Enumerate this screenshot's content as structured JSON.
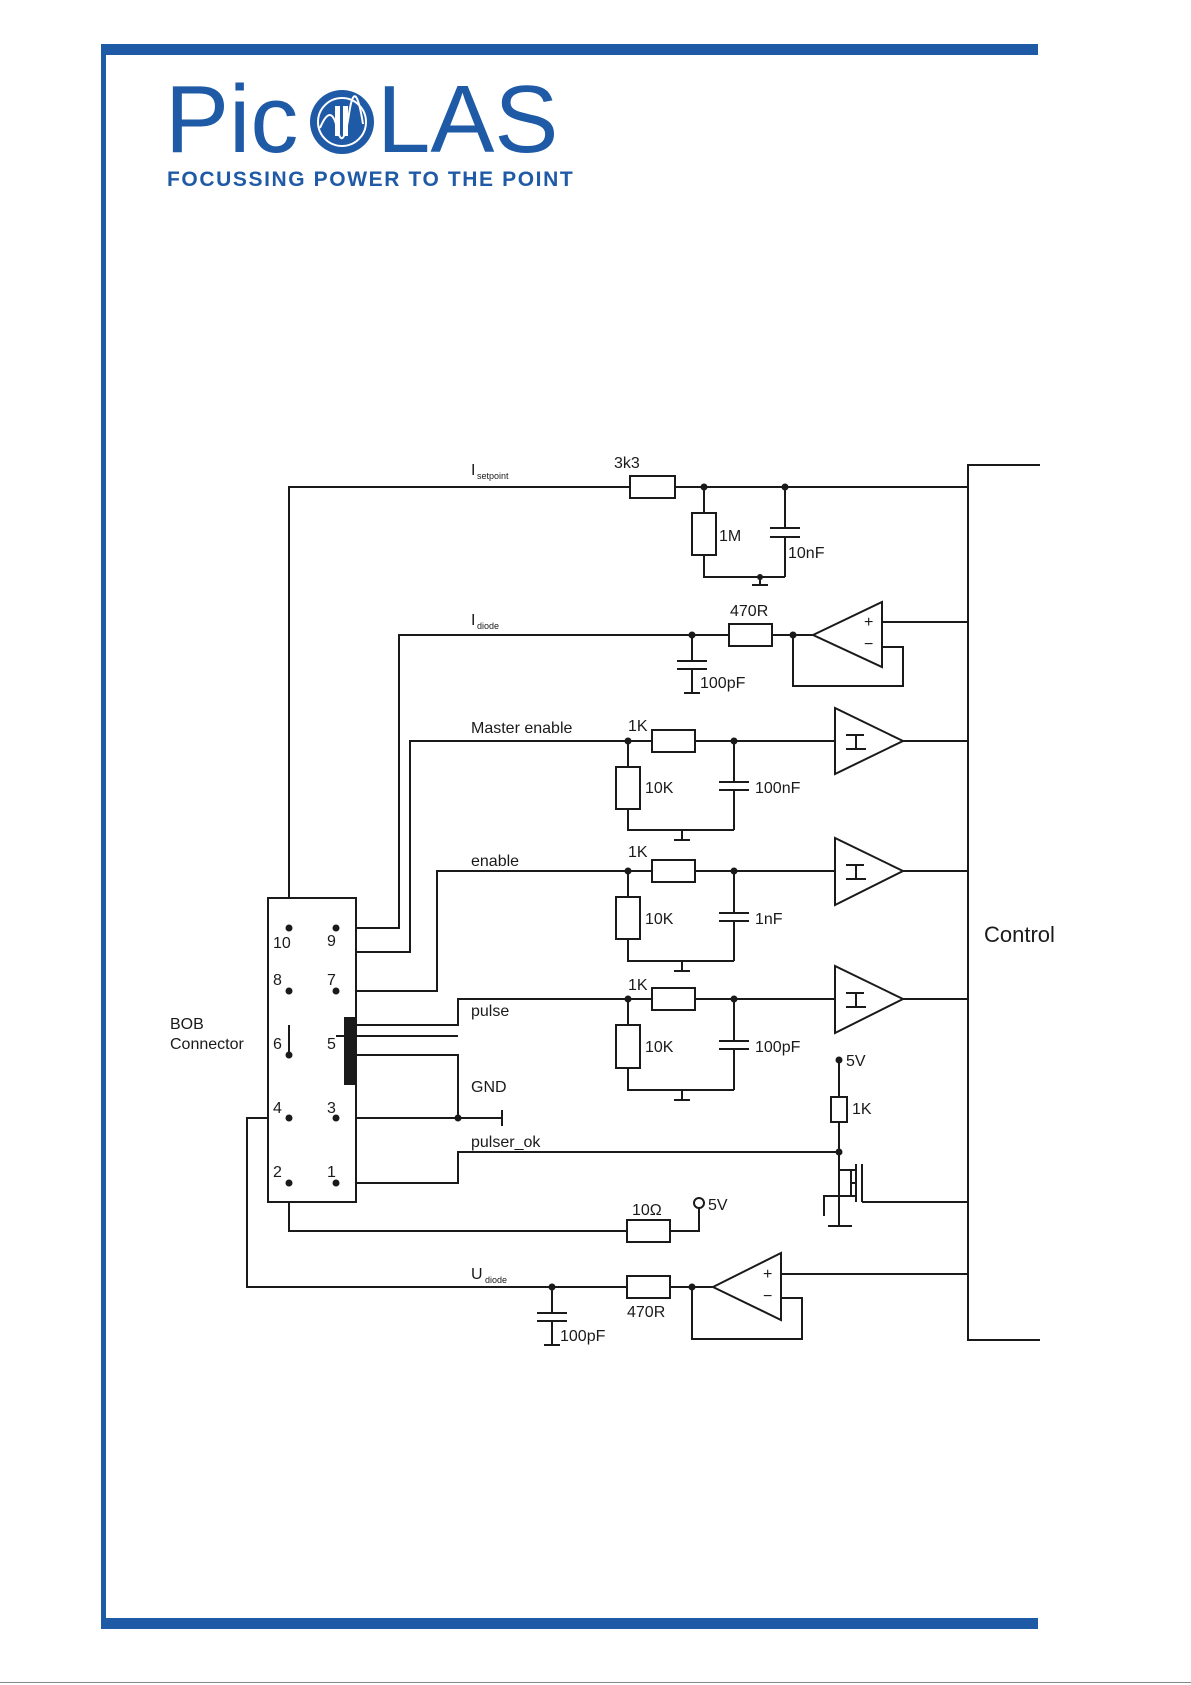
{
  "logo": {
    "name_part1": "Pic",
    "name_part2": "LAS",
    "tagline": "FOCUSSING POWER TO THE POINT",
    "brand_color": "#1f5aa6"
  },
  "diagram": {
    "signals": {
      "isetpoint_main": "I",
      "isetpoint_sub": "setpoint",
      "idiode_main": "I",
      "idiode_sub": "diode",
      "master_enable": "Master enable",
      "enable": "enable",
      "pulse": "pulse",
      "gnd": "GND",
      "pulser_ok": "pulser_ok",
      "udiode_main": "U",
      "udiode_sub": "diode"
    },
    "components": {
      "r_3k3": "3k3",
      "r_1m": "1M",
      "c_10nf": "10nF",
      "r_470r_top": "470R",
      "c_100pf_top": "100pF",
      "r_1k_me": "1K",
      "r_10k_me": "10K",
      "c_100nf": "100nF",
      "r_1k_en": "1K",
      "r_10k_en": "10K",
      "c_1nf": "1nF",
      "r_1k_pu": "1K",
      "r_10k_pu": "10K",
      "c_100pf_pu": "100pF",
      "v_5v_pull": "5V",
      "r_1k_pull": "1K",
      "r_10ohm": "10Ω",
      "v_5v_bot": "5V",
      "r_470r_bot": "470R",
      "c_100pf_bot": "100pF",
      "opamp_plus": "+",
      "opamp_minus": "−"
    },
    "connector": {
      "label_line1": "BOB",
      "label_line2": "Connector",
      "pins": [
        "10",
        "9",
        "8",
        "7",
        "6",
        "5",
        "4",
        "3",
        "2",
        "1"
      ]
    },
    "control_label": "Control"
  }
}
